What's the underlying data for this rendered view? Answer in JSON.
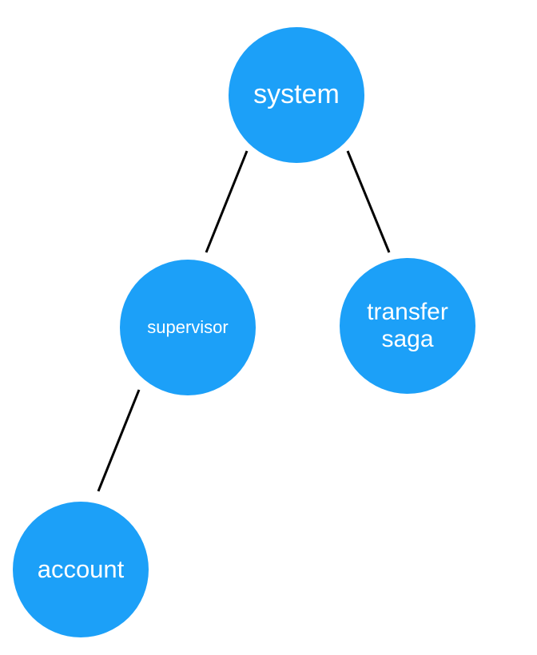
{
  "nodes": {
    "system": {
      "label": "system"
    },
    "supervisor": {
      "label": "supervisor"
    },
    "transfer_saga": {
      "label": "transfer\nsaga"
    },
    "account": {
      "label": "account"
    }
  },
  "colors": {
    "node_fill": "#1ca0f8",
    "node_text": "#ffffff",
    "edge": "#000000",
    "background": "#ffffff"
  }
}
